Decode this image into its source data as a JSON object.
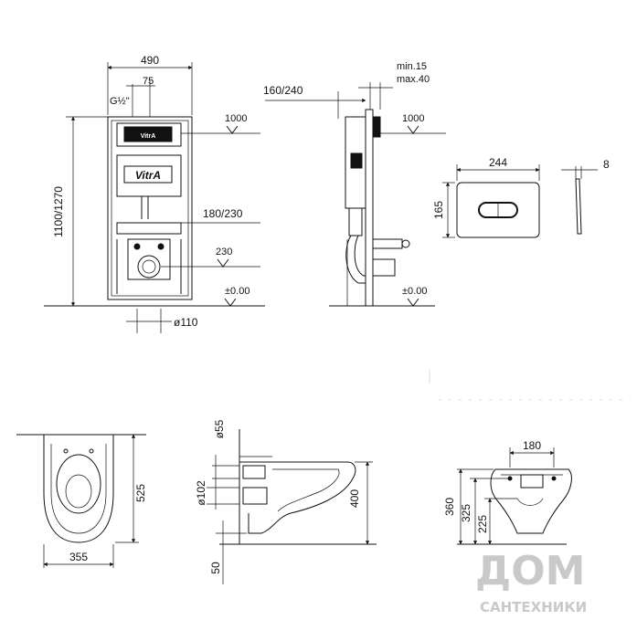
{
  "frame_front": {
    "width": "490",
    "offset": "75",
    "thread": "G½\"",
    "height": "1100/1270",
    "level_top": "1000",
    "pipe_height": "180/230",
    "level_mid": "230",
    "level_floor": "±0.00",
    "pipe_dia": "ø110",
    "brand_small": "VitrA",
    "brand_large": "VitrA"
  },
  "frame_side": {
    "depth": "160/240",
    "min": "min.15",
    "max": "max.40",
    "level_top": "1000",
    "level_floor": "±0.00"
  },
  "flush_plate": {
    "width": "244",
    "height": "165",
    "thickness": "8"
  },
  "bowl_top": {
    "length": "525",
    "width": "355"
  },
  "bowl_side": {
    "dia_inlet": "ø55",
    "dia_outlet": "ø102",
    "height": "400",
    "bottom": "50"
  },
  "bowl_front": {
    "bolt_spacing": "180",
    "h1": "360",
    "h2": "325",
    "h3": "225"
  },
  "watermark": {
    "big": "ДОМ",
    "small": "САНТЕХНИКИ"
  }
}
